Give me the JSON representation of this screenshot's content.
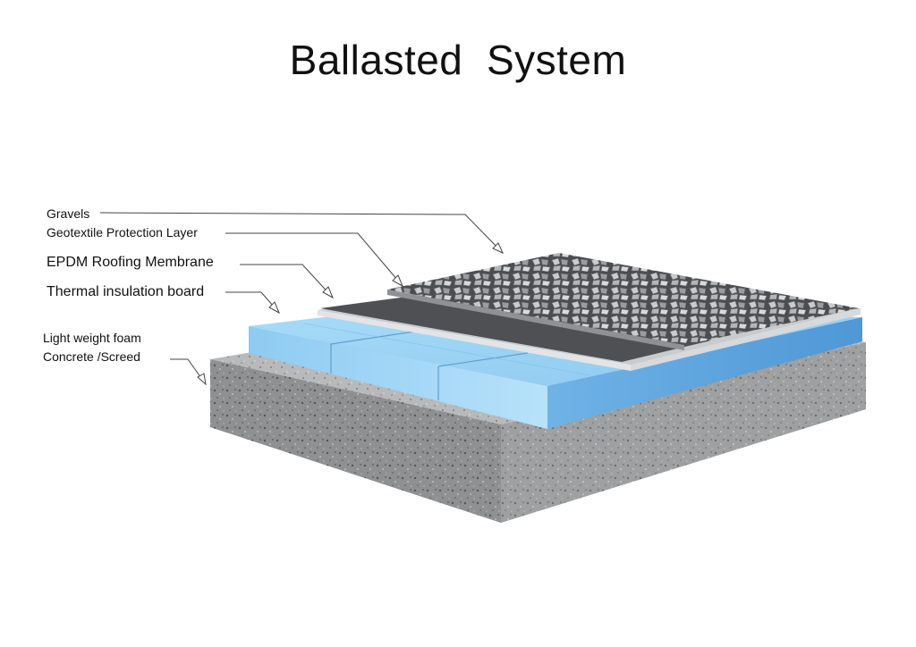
{
  "title": "Ballasted  System",
  "layers": [
    {
      "id": "gravels",
      "label": "Gravels"
    },
    {
      "id": "geotextile",
      "label": "Geotextile Protection Layer"
    },
    {
      "id": "epdm",
      "label": "EPDM Roofing Membrane"
    },
    {
      "id": "insulation",
      "label": "Thermal insulation board"
    },
    {
      "id": "concrete",
      "label": "Light weight foam\nConcrete /Screed"
    }
  ],
  "colors": {
    "insulation_blue": "#9fd4f5",
    "membrane": "#4f5156",
    "geotextile": "#c7c9cc",
    "concrete": "#8f9192",
    "gravel": "#a7a9ab"
  }
}
